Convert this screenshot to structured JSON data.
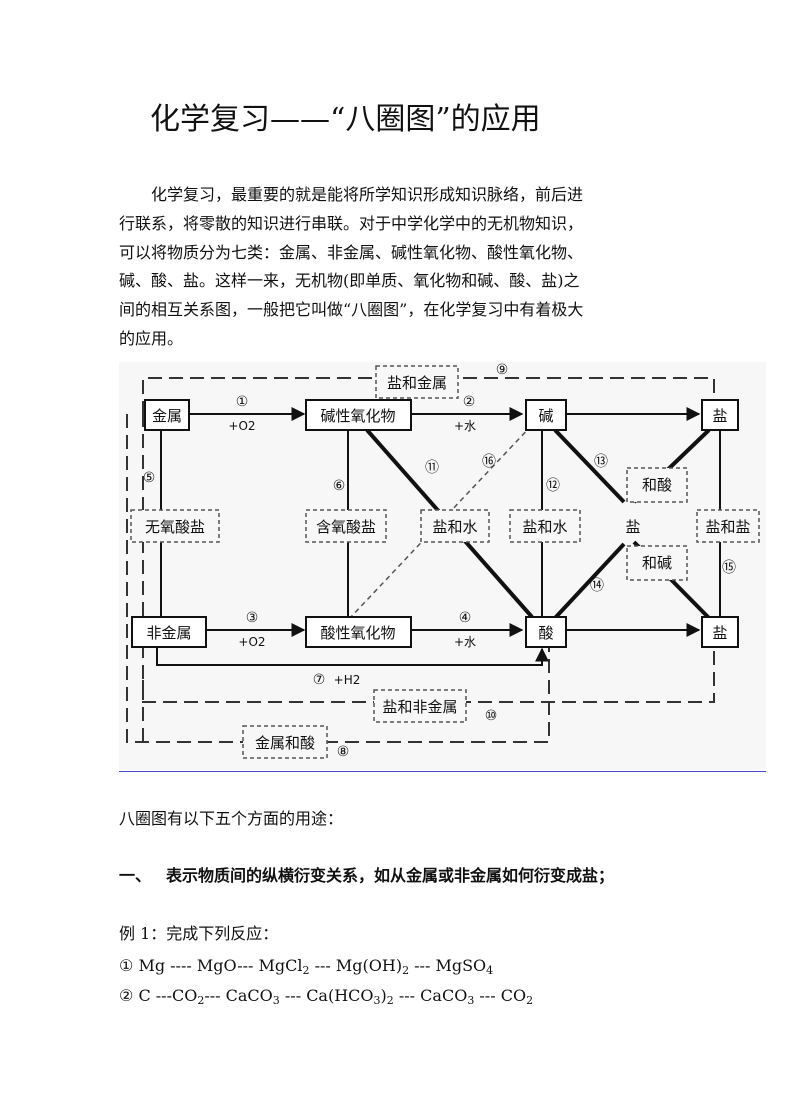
{
  "title": "化学复习——“八圈图”的应用",
  "intro_lines": [
    "化学复习，最重要的就是能将所学知识形成知识脉络，前后进",
    "行联系，将零散的知识进行串联。对于中学化学中的无机物知识，",
    "可以将物质分为七类：金属、非金属、碱性氧化物、酸性氧化物、",
    "碱、酸、盐。这样一来，无机物(即单质、氧化物和碱、酸、盐)之",
    "间的相互关系图，一般把它叫做“八圈图”，在化学复习中有着极大",
    "的应用。"
  ],
  "diagram": {
    "nodes": {
      "metal": "金属",
      "basic_oxide": "碱性氧化物",
      "base": "碱",
      "salt_top": "盐",
      "nonmetal": "非金属",
      "acidic_oxide": "酸性氧化物",
      "acid": "酸",
      "salt_bottom": "盐"
    },
    "dashed_boxes": {
      "salt_and_metal": "盐和金属",
      "anoxic_salt": "无氧酸盐",
      "oxy_salt": "含氧酸盐",
      "salt_water_1": "盐和水",
      "salt_water_2": "盐和水",
      "and_acid": "和酸",
      "salt_mid": "盐",
      "and_base": "和碱",
      "salt_and_salt": "盐和盐",
      "salt_and_nonmetal": "盐和非金属",
      "metal_and_acid": "金属和酸"
    },
    "edge_labels": {
      "plus_o2_a": "+O2",
      "plus_water_a": "+水",
      "plus_o2_b": "+O2",
      "plus_water_b": "+水",
      "plus_h2": "+H2"
    },
    "circled_numbers": [
      "①",
      "②",
      "③",
      "④",
      "⑤",
      "⑥",
      "⑦",
      "⑧",
      "⑨",
      "⑩",
      "⑪",
      "⑫",
      "⑬",
      "⑭",
      "⑮",
      "⑯"
    ]
  },
  "uses_intro": "八圈图有以下五个方面的用途：",
  "section1": {
    "number": "一、",
    "text": "表示物质间的纵横衍变关系，如从金属或非金属如何衍变成盐；"
  },
  "example_label": "例 1：完成下列反应：",
  "equations": {
    "eq1": {
      "mark": "①",
      "parts": [
        "Mg ---- MgO--- MgCl",
        "2",
        " --- Mg(OH)",
        "2",
        " --- MgSO",
        "4"
      ]
    },
    "eq2": {
      "mark": "②",
      "parts": [
        "C ---CO",
        "2",
        "--- CaCO",
        "3",
        " --- Ca(HCO",
        "3",
        ")",
        "2",
        " --- CaCO",
        "3",
        " --- CO",
        "2"
      ]
    }
  }
}
